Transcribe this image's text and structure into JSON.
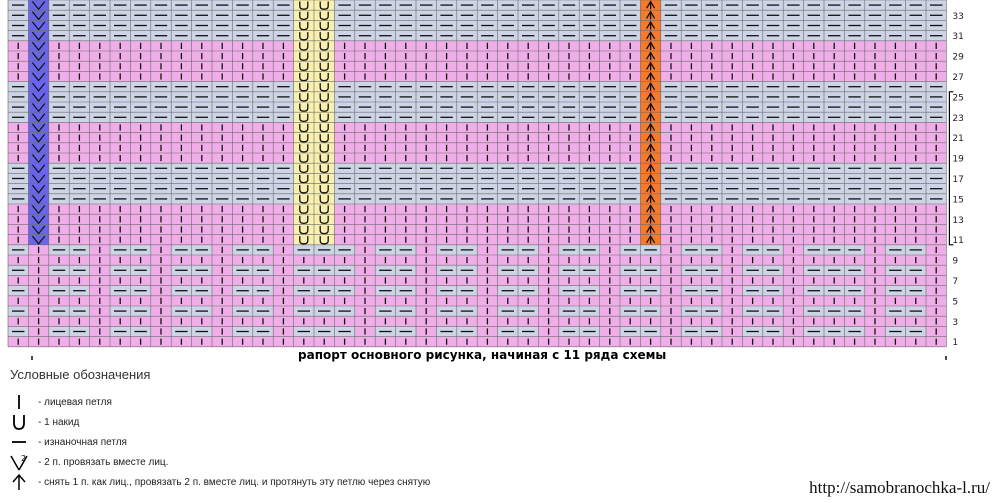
{
  "chart_data": {
    "type": "knitting-chart",
    "columns": 46,
    "rows": 34,
    "row_labels": [
      33,
      31,
      29,
      27,
      25,
      23,
      21,
      19,
      17,
      15,
      13,
      11,
      9,
      7,
      5,
      3,
      1
    ],
    "colors": {
      "purl_band": "#cdd4e6",
      "knit_column": "#f0aee8",
      "knit_band": "#f0aee8",
      "yarnover_column": "#f9f0b0",
      "central_decrease_column": "#f57a2e",
      "k2tog_column": "#6a66e8",
      "grid_line": "#6b6b6b"
    },
    "repeat_label": "рапорт основного рисунка, начиная с 11 ряда схемы"
  },
  "legend": {
    "title": "Условные обозначения",
    "items": [
      {
        "icon": "knit-stitch-icon",
        "label": "- лицевая петля"
      },
      {
        "icon": "yarn-over-icon",
        "label": "- 1 накид"
      },
      {
        "icon": "purl-stitch-icon",
        "label": "- изнаночная петля"
      },
      {
        "icon": "k2tog-icon",
        "label": "- 2 п. провязать вместе лиц."
      },
      {
        "icon": "central-decrease-icon",
        "label": "- снять 1 п. как лиц., провязать 2 п. вместе лиц. и протянуть эту петлю через снятую"
      }
    ]
  },
  "watermark": "http://samobranochka-l.ru/"
}
